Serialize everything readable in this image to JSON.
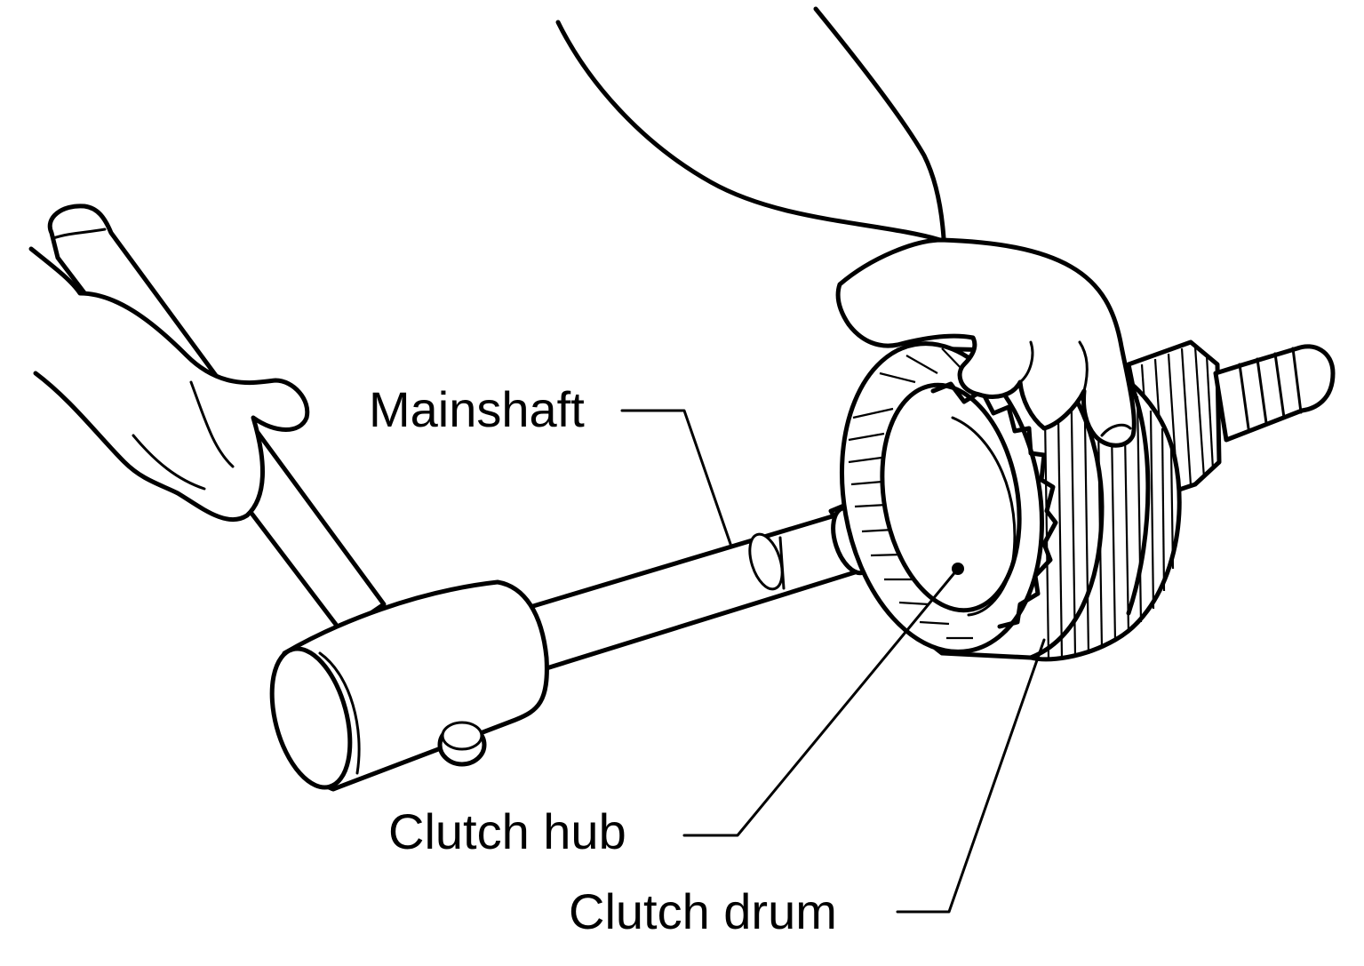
{
  "labels": {
    "mainshaft": "Mainshaft",
    "clutch_hub": "Clutch hub",
    "clutch_drum": "Clutch drum"
  }
}
